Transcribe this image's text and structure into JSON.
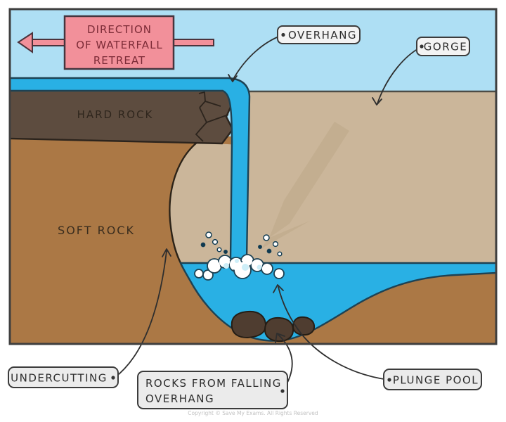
{
  "diagram": {
    "retreat_box": {
      "line1": "DIRECTION",
      "line2": "OF  WATERFALL",
      "line3": "RETREAT"
    },
    "strata": {
      "hard_rock": "HARD  ROCK",
      "soft_rock": "SOFT  ROCK"
    },
    "callouts": {
      "overhang": "OVERHANG",
      "gorge": "GORGE",
      "undercutting": "UNDERCUTTING",
      "rocks_line1": "ROCKS  FROM  FALLING",
      "rocks_line2": "OVERHANG",
      "plunge_pool": "PLUNGE  POOL"
    },
    "copyright": "Copyright © Save My Exams. All Rights Reserved",
    "colors": {
      "sky": "#aedff4",
      "water": "#29b0e4",
      "hard_rock": "#5d4c3f",
      "soft_rock": "#ab7845",
      "gorge_wall": "#cbb69a",
      "fallen_rocks": "#4f3d30",
      "retreat_arrow": "#f2909a",
      "retreat_text": "#7c2b37",
      "label_fill": "#f3f3f3",
      "label_fill_bottom": "#ebebeb",
      "outline": "#1d4254",
      "foam": "#ffffff"
    }
  }
}
